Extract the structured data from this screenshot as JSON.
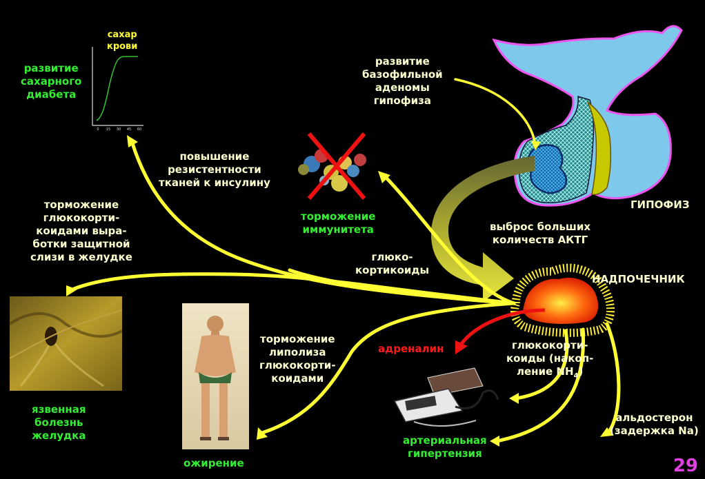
{
  "labels": {
    "sugar_curve_title": "сахар\nкрови",
    "diabetes": "развитие\nсахарного\nдиабета",
    "basophil_adenoma": "развитие\nбазофильной\nаденомы\nгипофиза",
    "insulin_resistance": "повышение\nрезистентности\nтканей к инсулину",
    "immunity_inhibition": "торможение\nиммунитета",
    "mucus_inhibition": "торможение\nглюкокорти-\nкоидами выра-\nботки защитной\nслизи в желудке",
    "acth_release": "выброс больших\nколичеств АКТГ",
    "pituitary": "ГИПОФИЗ",
    "glucocorticoids_center": "глюко-\nкортикоиды",
    "adrenal_gland": "НАДПОЧЕЧНИК",
    "stomach_ulcer": "язвенная\nболезнь\nжелудка",
    "lipolysis_inhibition": "торможение\nлиполиза\nглюкокорти-\nкоидами",
    "adrenaline": "адреналин",
    "glucocorticoids_nh4_main": "глюкокорти-\nкоиды (накоп-\nление NH",
    "glucocorticoids_nh4_sub": "4",
    "glucocorticoids_nh4_end": ")",
    "obesity": "ожирение",
    "aldosterone": "альдостерон\n(задержка Na)",
    "hypertension": "артериальная\nгипертензия",
    "slide_number": "29"
  },
  "sugar_chart": {
    "x_ticks": [
      "0",
      "15",
      "30",
      "45",
      "60"
    ]
  },
  "colors": {
    "arrow": "#ffff33",
    "adrenaline_arrow": "#ee1111",
    "label_green": "#33ee33",
    "label_pink": "#e040e0"
  }
}
